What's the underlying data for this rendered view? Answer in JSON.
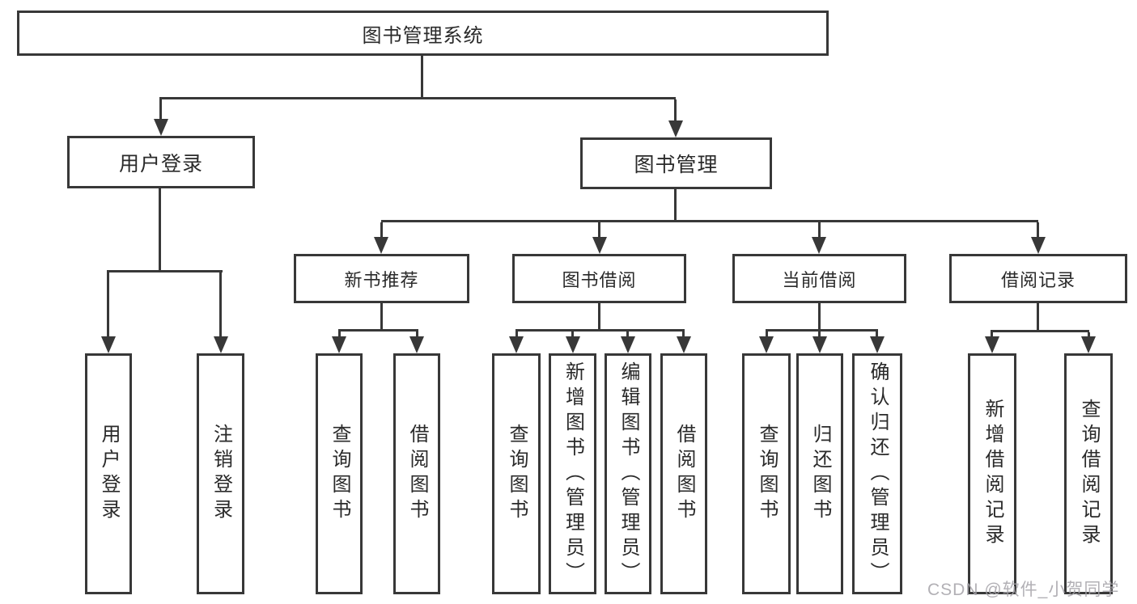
{
  "colors": {
    "line": "#383838",
    "text": "#2a2a2a",
    "box_bg": "#ffffff",
    "watermark": "rgba(165,162,168,0.85)"
  },
  "watermark": {
    "text": "CSDN @软件_小贺同学"
  },
  "nodes": {
    "root": {
      "label": "图书管理系统"
    },
    "user_login": {
      "label": "用户登录"
    },
    "book_management": {
      "label": "图书管理"
    },
    "new_book_recommendation": {
      "label": "新书推荐"
    },
    "book_borrowing": {
      "label": "图书借阅"
    },
    "current_borrowing": {
      "label": "当前借阅"
    },
    "borrowing_records": {
      "label": "借阅记录"
    },
    "leaves": {
      "ul_user_login": {
        "label": "用户登录"
      },
      "ul_logout": {
        "label": "注销登录"
      },
      "nb_query_books": {
        "label": "查询图书"
      },
      "nb_borrow_books": {
        "label": "借阅图书"
      },
      "bb_query_books": {
        "label": "查询图书"
      },
      "bb_add_books_admin": {
        "label": "新增图书（管理员）"
      },
      "bb_edit_books_admin": {
        "label": "编辑图书（管理员）"
      },
      "bb_borrow_books": {
        "label": "借阅图书"
      },
      "cb_query_books": {
        "label": "查询图书"
      },
      "cb_return_books": {
        "label": "归还图书"
      },
      "cb_confirm_return_admin": {
        "label": "确认归还（管理员）"
      },
      "br_add_borrow_record": {
        "label": "新增借阅记录"
      },
      "br_query_borrow_record": {
        "label": "查询借阅记录"
      }
    }
  }
}
